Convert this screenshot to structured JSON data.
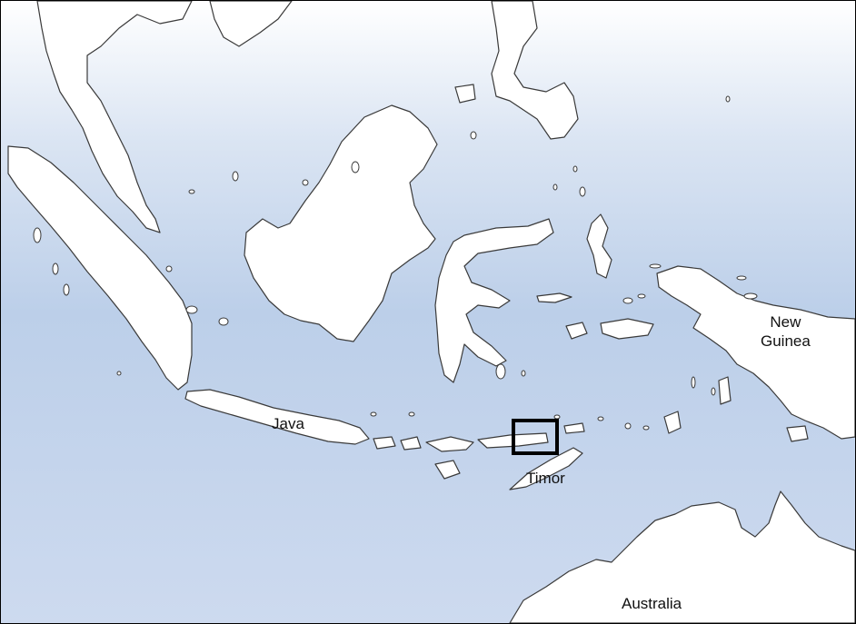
{
  "map": {
    "colors": {
      "sea_top": "#ffffff",
      "sea_mid": "#bccfe9",
      "sea_bottom": "#cfdbf0",
      "land": "#ffffff",
      "coastline": "#3a3a3a",
      "highlight_box": "#000000"
    },
    "labels": {
      "java": "Java",
      "timor": "Timor",
      "new_guinea_line1": "New",
      "new_guinea_line2": "Guinea",
      "australia": "Australia"
    },
    "highlight": {
      "description_icon": "square-outline",
      "region": "Timor"
    }
  }
}
